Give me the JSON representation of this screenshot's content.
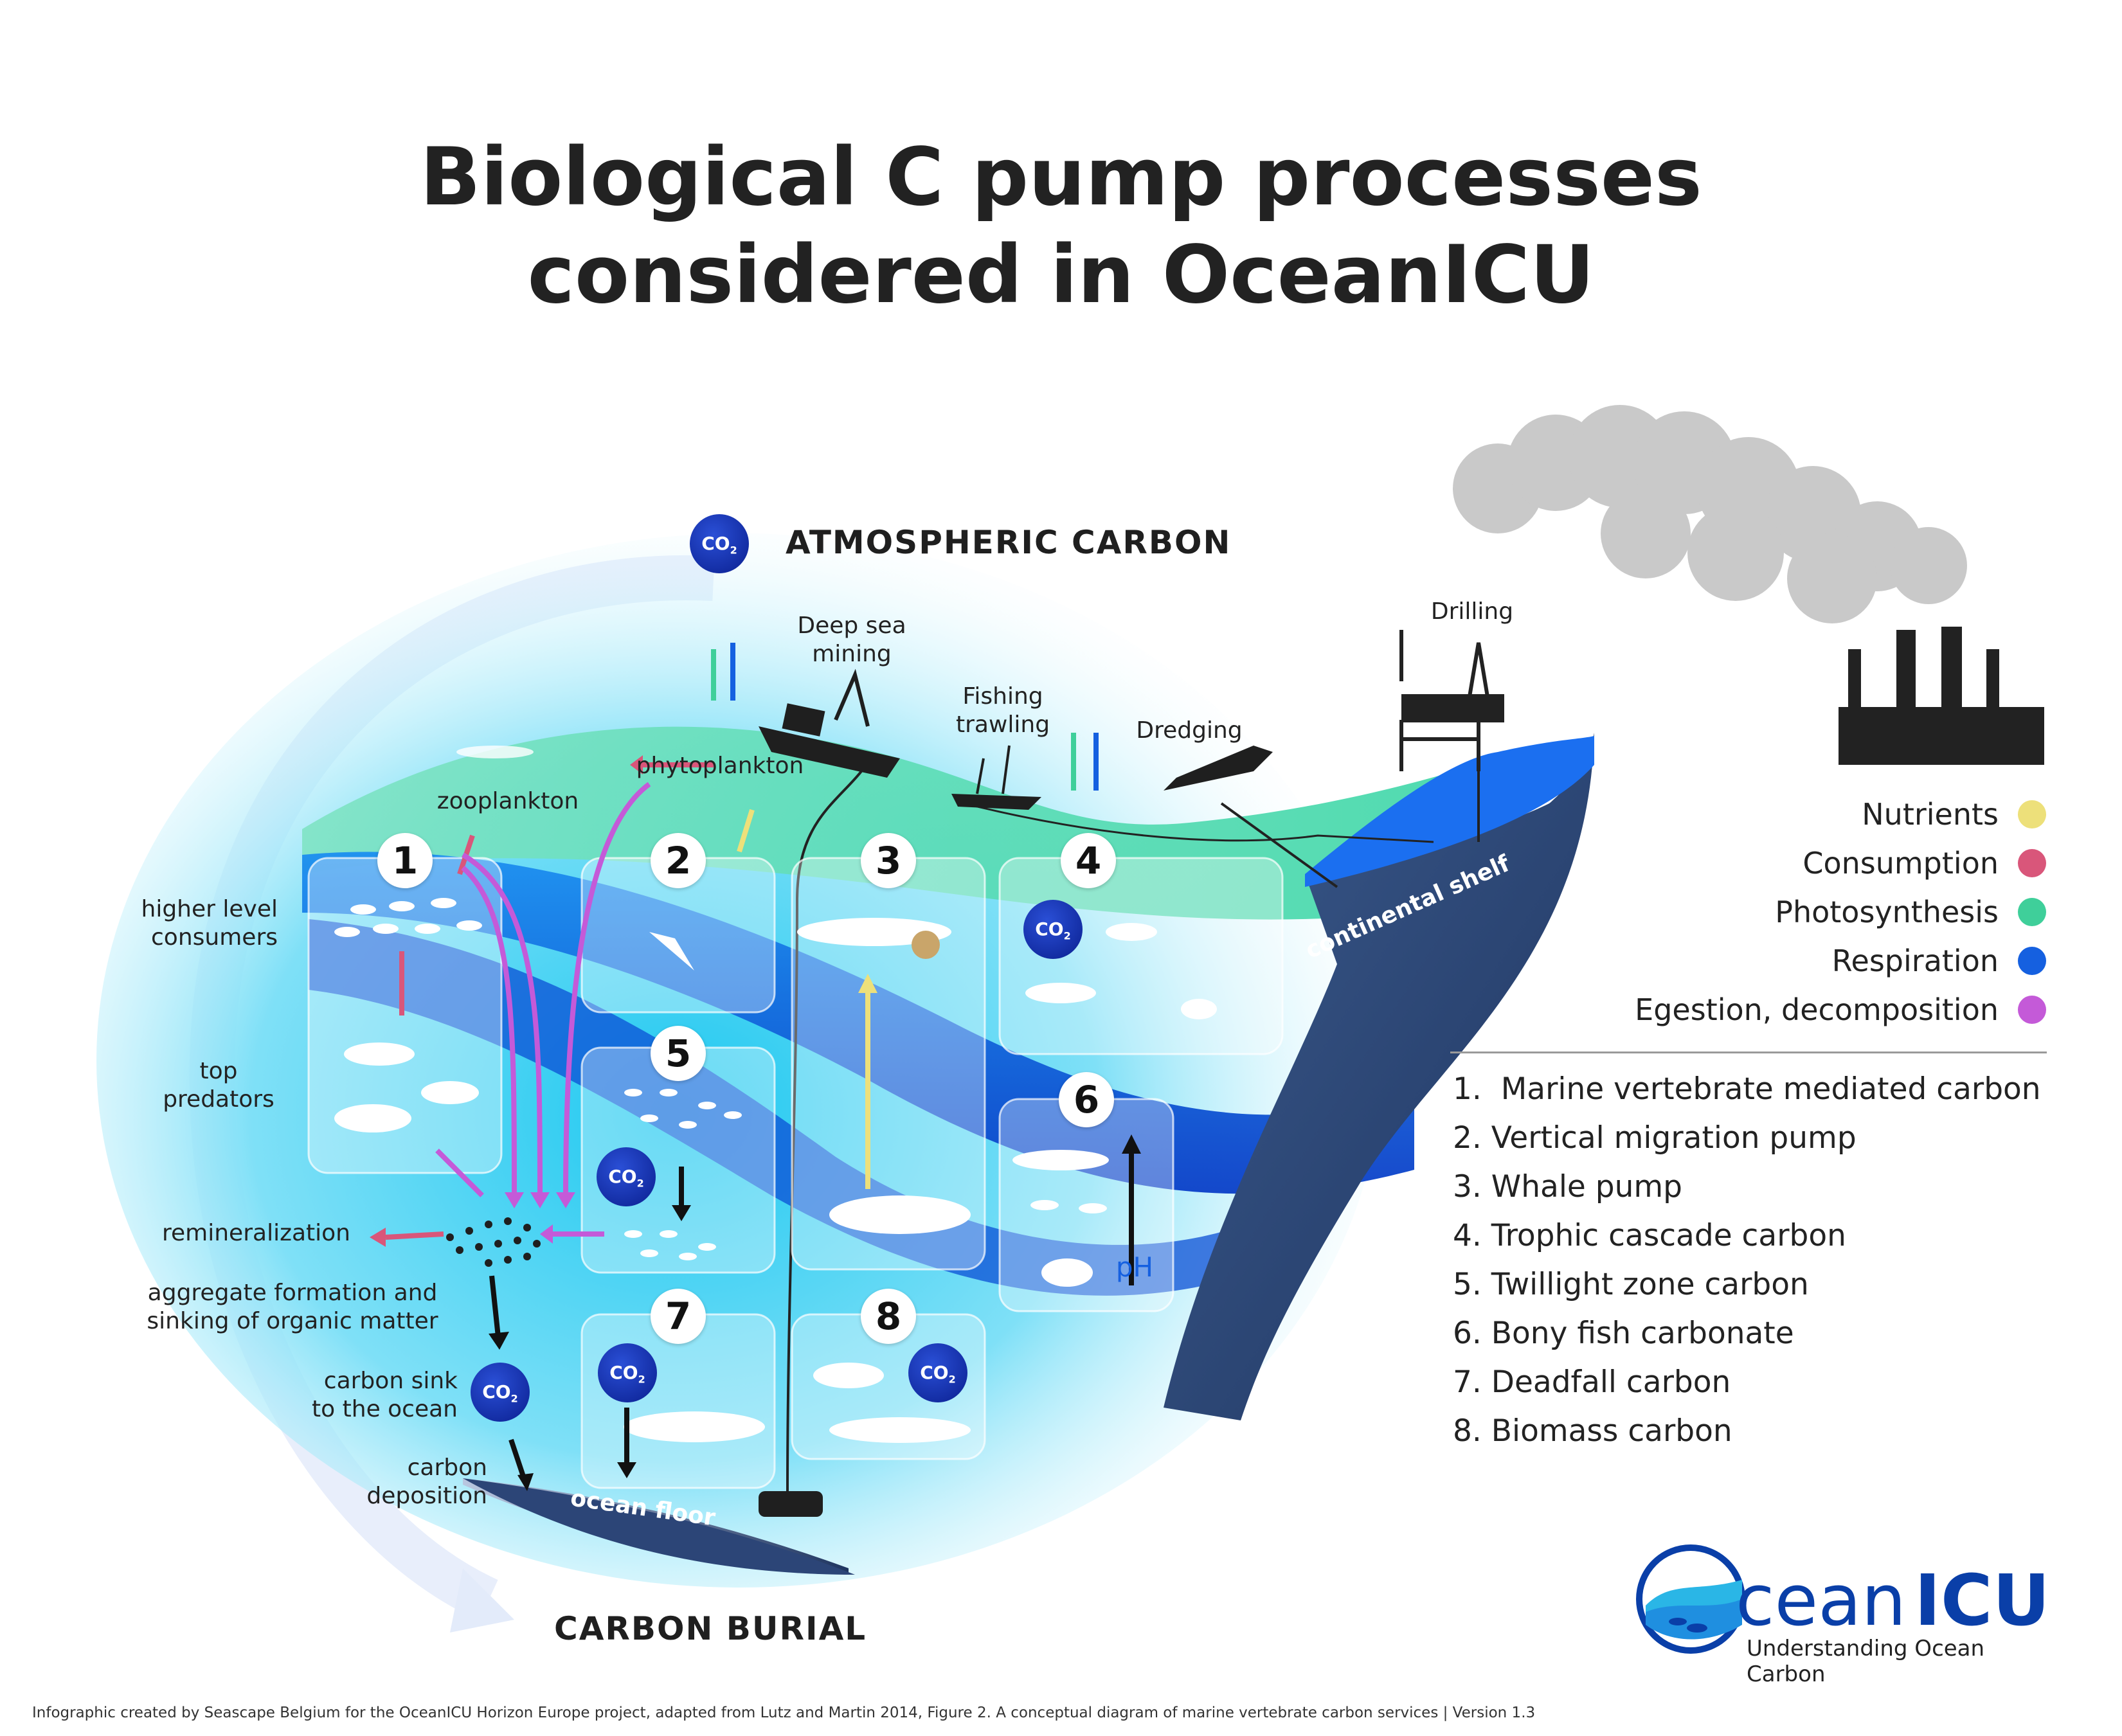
{
  "title_line1": "Biological C pump processes",
  "title_line2": "considered in OceanICU",
  "atmospheric_carbon": "ATMOSPHERIC CARBON",
  "carbon_burial": "CARBON BURIAL",
  "co2_label": "CO",
  "co2_sub": "2",
  "labels": {
    "deep_sea_mining_1": "Deep sea",
    "deep_sea_mining_2": "mining",
    "fishing_trawling_1": "Fishing",
    "fishing_trawling_2": "trawling",
    "dredging": "Dredging",
    "drilling": "Drilling",
    "phytoplankton": "phytoplankton",
    "zooplankton": "zooplankton",
    "higher_level_1": "higher level",
    "higher_level_2": "consumers",
    "top_predators_1": "top",
    "top_predators_2": "predators",
    "remineralization": "remineralization",
    "aggregate_1": "aggregate formation and",
    "aggregate_2": "sinking of organic matter",
    "carbon_sink_1": "carbon sink",
    "carbon_sink_2": "to the ocean",
    "carbon_deposition_1": "carbon",
    "carbon_deposition_2": "deposition",
    "ocean_floor": "ocean floor",
    "continental_shelf": "continental shelf",
    "ph": "pH"
  },
  "boxes": [
    "1",
    "2",
    "3",
    "4",
    "5",
    "6",
    "7",
    "8"
  ],
  "legend": [
    {
      "label": "Nutrients",
      "color": "#ede07a"
    },
    {
      "label": "Consumption",
      "color": "#d9567a"
    },
    {
      "label": "Photosynthesis",
      "color": "#3fcf9a"
    },
    {
      "label": "Respiration",
      "color": "#1560e0"
    },
    {
      "label": "Egestion, decomposition",
      "color": "#c45ad8"
    }
  ],
  "processes": [
    "1.  Marine vertebrate mediated carbon",
    "2. Vertical migration pump",
    "3. Whale pump",
    "4. Trophic cascade carbon",
    "5. Twillight zone carbon",
    "6. Bony fish carbonate",
    "7. Deadfall carbon",
    "8. Biomass carbon"
  ],
  "logo": {
    "ocean": "cean",
    "icu": "ICU",
    "tagline": "Understanding Ocean Carbon"
  },
  "footer": "Infographic created by Seascape Belgium for the OceanICU Horizon Europe project, adapted from Lutz and Martin 2014, Figure 2. A conceptual diagram of marine vertebrate carbon services | Version 1.3"
}
